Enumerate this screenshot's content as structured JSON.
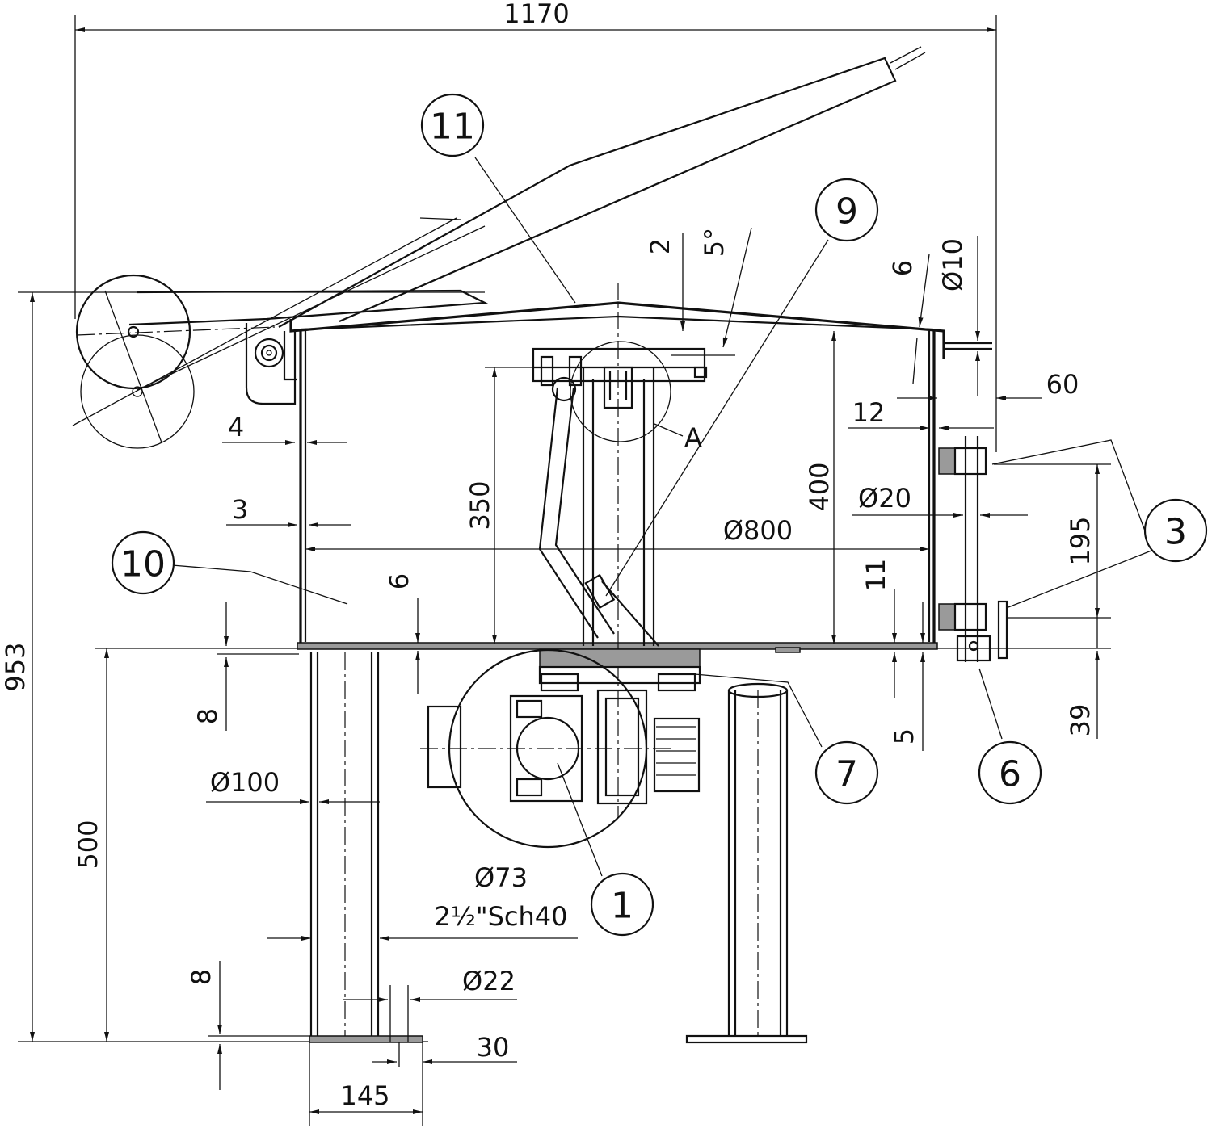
{
  "dimensions": {
    "overall_width": "1170",
    "overall_height": "953",
    "lid_thickness": "2",
    "lid_angle": "5°",
    "rim_6": "6",
    "rod_dia": "Ø10",
    "offset_60": "60",
    "offset_12": "12",
    "wall_4": "4",
    "wall_3": "3",
    "height_350": "350",
    "height_400": "400",
    "hinge_dia": "Ø20",
    "tank_dia": "Ø800",
    "bottom_6": "6",
    "bottom_11": "11",
    "spacing_195": "195",
    "plate_8_top": "8",
    "gap_5": "5",
    "offset_39": "39",
    "leg_dia": "Ø100",
    "leg_height": "500",
    "pipe_dia": "Ø73",
    "pipe_spec": "2½\"Sch40",
    "plate_8_bottom": "8",
    "hole_dia": "Ø22",
    "hole_offset": "30",
    "foot_width": "145",
    "detail_label": "A"
  },
  "balloons": [
    "11",
    "9",
    "10",
    "3",
    "7",
    "6",
    "1"
  ]
}
